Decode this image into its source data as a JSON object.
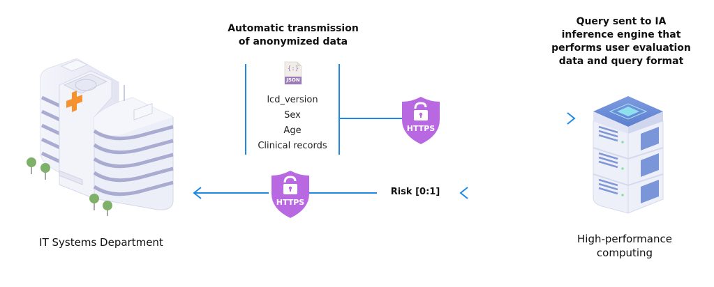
{
  "transmission": {
    "title_line1": "Automatic transmission",
    "title_line2": "of anonymized data",
    "file_icon": "json-file-icon",
    "file_badge": "JSON",
    "file_symbol": "{:}",
    "fields": [
      "lcd_version",
      "Sex",
      "Age",
      "Clinical records"
    ]
  },
  "query": {
    "lines": [
      "Query sent to IA",
      "inference engine that",
      "performs user evaluation",
      "data and query format"
    ]
  },
  "security": {
    "badge_top": "HTTPS",
    "badge_bottom": "HTTPS",
    "icon": "unlocked-padlock-shield-icon"
  },
  "response": {
    "label": "Risk [0:1]"
  },
  "nodes": {
    "hospital_label": "IT Systems Department",
    "server_label_line1": "High-performance",
    "server_label_line2": "computing"
  },
  "colors": {
    "arrow": "#1e88e5",
    "shield": "#b868e0",
    "json_badge": "#9b7bb8",
    "building": "#e9eaf6",
    "building_stripe": "#a9acd0",
    "cross": "#f5922f",
    "server_top": "#6f8fd6",
    "tree": "#7fb069"
  }
}
